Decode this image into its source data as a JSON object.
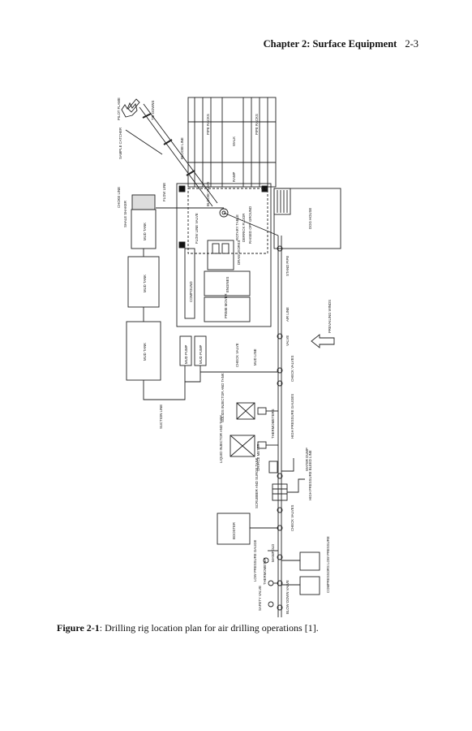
{
  "header": {
    "chapter": "Chapter 2: Surface Equipment",
    "page_number": "2-3"
  },
  "figure": {
    "labels": {
      "pilot_flame": "PILOT FLAME",
      "tie_downs": "TIE DOWNS",
      "sample_catcher": "SAMPLE CATCHER",
      "bloodie_line": "BLOOIE LINE",
      "choke_line": "CHOKE LINE",
      "shale_shaker": "SHALE SHAKER",
      "flow_line": "FLOW LINE",
      "blooie_valve": "BLOOIE VALVE",
      "pipe_racks_1": "PIPE RACKS",
      "pipe_racks_2": "PIPE RACKS",
      "walk": "WALK",
      "ramp": "RAMP",
      "mud_tank_1": "MUD TANK",
      "mud_tank_2": "MUD TANK",
      "mud_tank_3": "MUD TANK",
      "flow_line_valve": "FLOW LINE VALVE",
      "rotary_table": "ROTARY TABLE",
      "derrick_floor": "DERRICK FLOOR",
      "raised_off_ground": "RAISED OFF GROUND",
      "dog_house": "DOG HOUSE",
      "draw_works": "DRAW WORKS",
      "compound": "COMPOUND",
      "engines": "ENGINES",
      "prime_mover": "PRIME MOVER",
      "stand_pipe": "STAND PIPE",
      "air_line": "AIR LINE",
      "valve": "VALVE",
      "prevailing_winds": "PREVAILING WINDS",
      "mud_pump_1": "MUD PUMP",
      "mud_pump_2": "MUD PUMP",
      "check_valve": "CHECK VALVE",
      "mud_line": "MUD LINE",
      "check_valves_1": "CHECK VALVES",
      "suction_line": "SUCTION LINE",
      "solids_injector": "SOLIDS INJECTOR AND TANK",
      "thermometers": "THERMOMETERS",
      "high_pressure_gauges": "HIGH PRESSURE GAUGES",
      "liquid_injector": "LIQUID INJECTOR AND TANK",
      "orifice_meter": "ORIFICE METER",
      "water_dump": "WATER DUMP",
      "scrubber": "SCRUBBER AND SURGE TANK",
      "high_pressure_bleed": "HIGH PRESSURE BLEED LINE",
      "booster": "BOOSTER",
      "check_valves_2": "CHECK VALVES",
      "manifold": "MANIFOLD",
      "low_pressure_gauge": "LOW PRESSURE GAUGE",
      "thermometer": "THERMOMETER",
      "compressors": "COMPRESSORS LOW PRESSURE",
      "safety_valve": "SAFETY VALVE",
      "blow_down_valve": "BLOW DOWN VALVE"
    }
  },
  "caption": {
    "label": "Figure 2-1",
    "text": ": Drilling rig location plan for air drilling operations [1]."
  }
}
